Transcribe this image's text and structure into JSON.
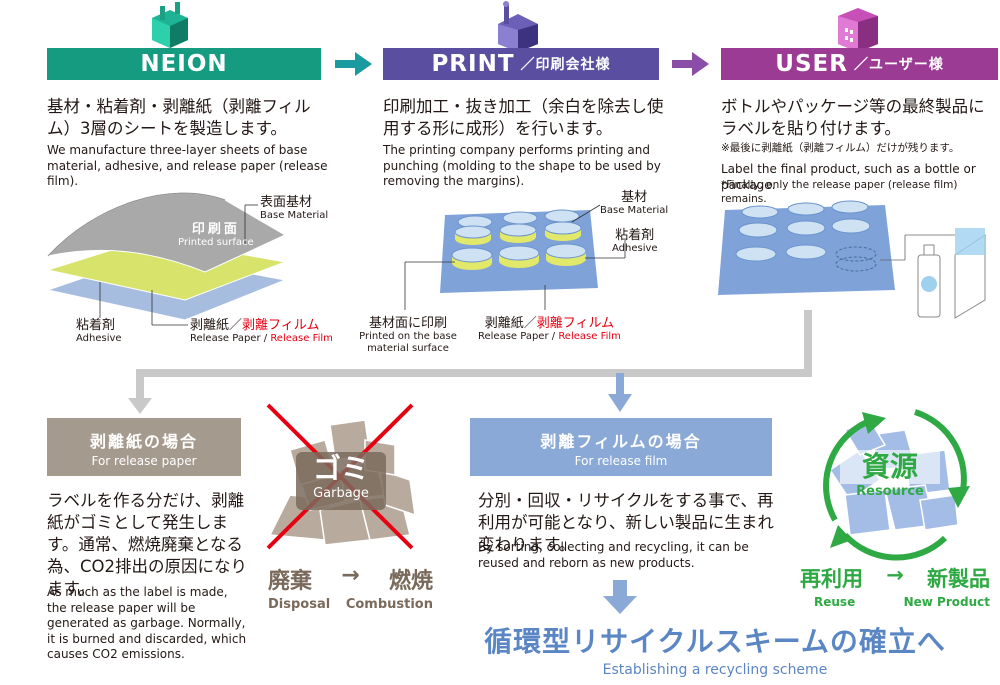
{
  "neion": {
    "title": "NEION",
    "jp": "基材・粘着剤・剥離紙（剥離フィルム）3層のシートを製造します。",
    "en": "We manufacture three-layer sheets of base material, adhesive, and release paper (release film).",
    "printed_surface_jp": "印刷面",
    "printed_surface_en": "Printed surface",
    "base_material_jp": "表面基材",
    "base_material_en": "Base Material",
    "adhesive_jp": "粘着剤",
    "adhesive_en": "Adhesive",
    "release_paper_jp": "剥離紙／",
    "release_film_jp": "剥離フィルム",
    "release_paper_en": "Release Paper / ",
    "release_film_en": "Release Film"
  },
  "print": {
    "title": "PRINT",
    "subtitle": "／印刷会社様",
    "jp": "印刷加工・抜き加工（余白を除去し使用する形に成形）を行います。",
    "en": "The printing company performs printing and punching (molding to the shape to be used by removing the margins).",
    "base_jp": "基材",
    "base_en": "Base Material",
    "adhesive_jp": "粘着剤",
    "adhesive_en": "Adhesive",
    "printed_base_jp": "基材面に印刷",
    "printed_base_en": "Printed on the base material surface",
    "release_paper_jp": "剥離紙／",
    "release_film_jp": "剥離フィルム",
    "release_paper_en": "Release Paper / ",
    "release_film_en": "Release Film"
  },
  "user": {
    "title": "USER",
    "subtitle": "／ユーザー様",
    "jp": "ボトルやパッケージ等の最終製品にラベルを貼り付けます。",
    "note_jp": "※最後に剥離紙（剥離フィルム）だけが残ります。",
    "en": "Label the final product, such as a bottle or package.",
    "note_en": "*Finally, only the release paper (release film) remains."
  },
  "paper_case": {
    "title_jp": "剥離紙の場合",
    "title_en": "For release paper",
    "jp": "ラベルを作る分だけ、剥離紙がゴミとして発生します。通常、燃焼廃棄となる為、CO2排出の原因になります。",
    "en": "As much as the label is made, the release paper will be generated as garbage. Normally, it is burned and discarded, which causes CO2 emissions.",
    "garbage_jp": "ゴミ",
    "garbage_en": "Garbage",
    "disposal_jp": "廃棄",
    "arrow": "→",
    "combustion_jp": "燃焼",
    "disposal_en": "Disposal",
    "combustion_en": "Combustion"
  },
  "film_case": {
    "title_jp": "剥離フィルムの場合",
    "title_en": "For release film",
    "jp": "分別・回収・リサイクルをする事で、再利用が可能となり、新しい製品に生まれ変わります。",
    "en": "By sorting, collecting and recycling, it can be reused and reborn as new products.",
    "resource_jp": "資源",
    "resource_en": "Resource",
    "reuse_jp": "再利用",
    "arrow": "→",
    "new_product_jp": "新製品",
    "reuse_en": "Reuse",
    "new_product_en": "New Product"
  },
  "footer": {
    "title_jp": "循環型リサイクルスキームの確立へ",
    "title_en": "Establishing a recycling scheme"
  },
  "colors": {
    "neion": "#159c80",
    "print": "#5a4ea0",
    "user": "#9c3b93",
    "paper_case": "#a59a8e",
    "film_case": "#8aa9d6",
    "footer": "#5b86c4",
    "green": "#2fa944",
    "red": "#e60012",
    "brown": "#7a6a5c"
  },
  "icons": [
    "factory-icon",
    "printing-factory-icon",
    "building-icon",
    "arrow-right-icon",
    "arrow-down-icon",
    "cross-mark-icon",
    "recycle-circle-icon"
  ]
}
